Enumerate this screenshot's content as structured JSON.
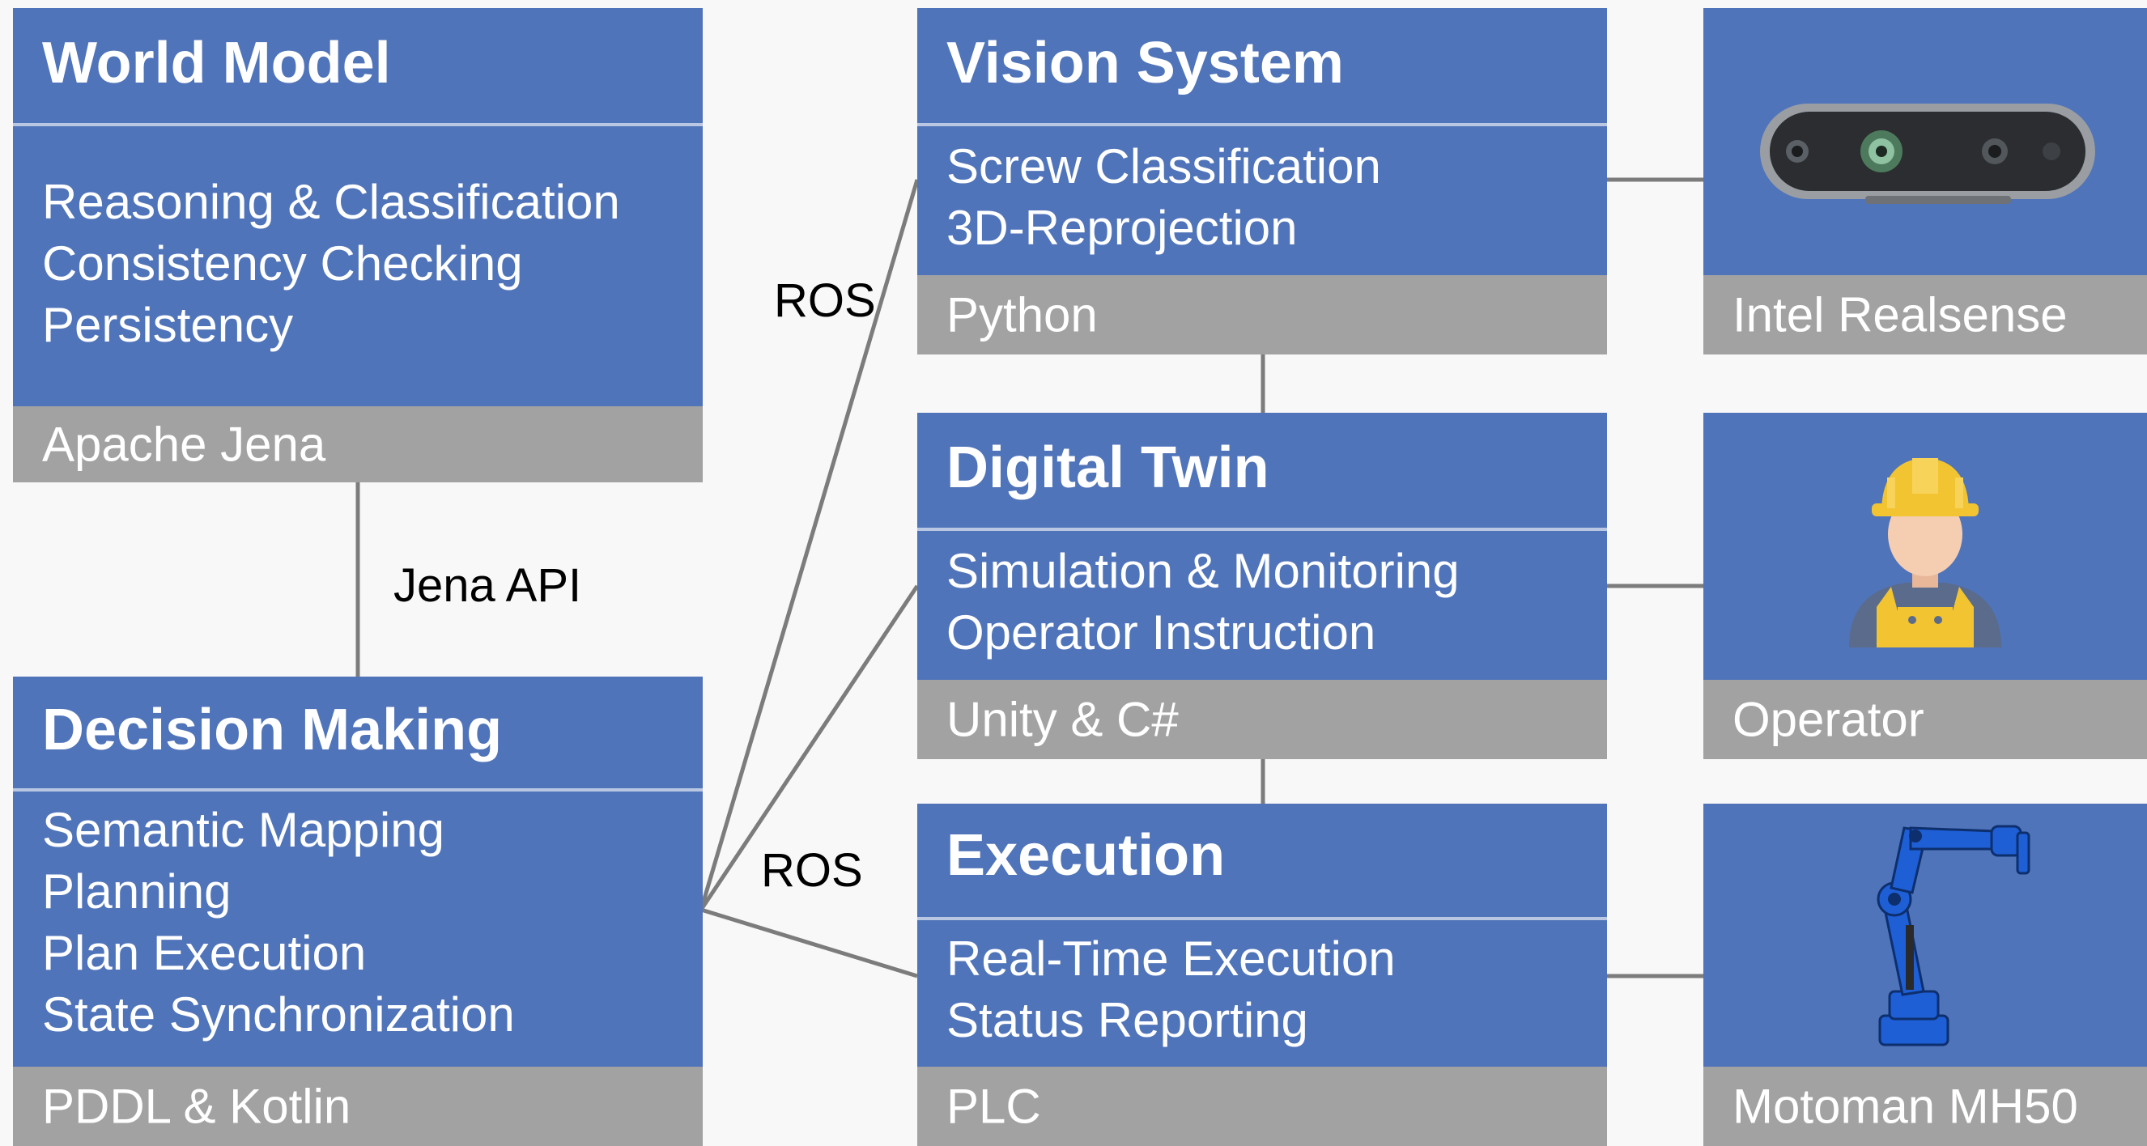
{
  "colors": {
    "panel_blue": "#5074b9",
    "footer_gray": "#a3a2a3",
    "connector_gray": "#7c7c7c"
  },
  "world_model": {
    "title": "World Model",
    "lines": [
      "Reasoning & Classification",
      "Consistency Checking",
      "Persistency"
    ],
    "tech": "Apache Jena"
  },
  "decision_making": {
    "title": "Decision Making",
    "lines": [
      "Semantic Mapping",
      "Planning",
      "Plan Execution",
      "State Synchronization"
    ],
    "tech": "PDDL & Kotlin"
  },
  "vision_system": {
    "title": "Vision System",
    "lines": [
      "Screw Classification",
      "3D-Reprojection"
    ],
    "tech": "Python"
  },
  "digital_twin": {
    "title": "Digital Twin",
    "lines": [
      "Simulation & Monitoring",
      "Operator Instruction"
    ],
    "tech": "Unity & C#"
  },
  "execution": {
    "title": "Execution",
    "lines": [
      "Real-Time Execution",
      "Status Reporting"
    ],
    "tech": "PLC"
  },
  "devices": {
    "camera": {
      "label": "Intel Realsense",
      "icon": "depth-camera-icon"
    },
    "operator": {
      "label": "Operator",
      "icon": "worker-icon"
    },
    "robot": {
      "label": "Motoman MH50",
      "icon": "robot-arm-icon"
    }
  },
  "connections": {
    "jena_api": "Jena API",
    "ros_top": "ROS",
    "ros_bottom": "ROS"
  }
}
